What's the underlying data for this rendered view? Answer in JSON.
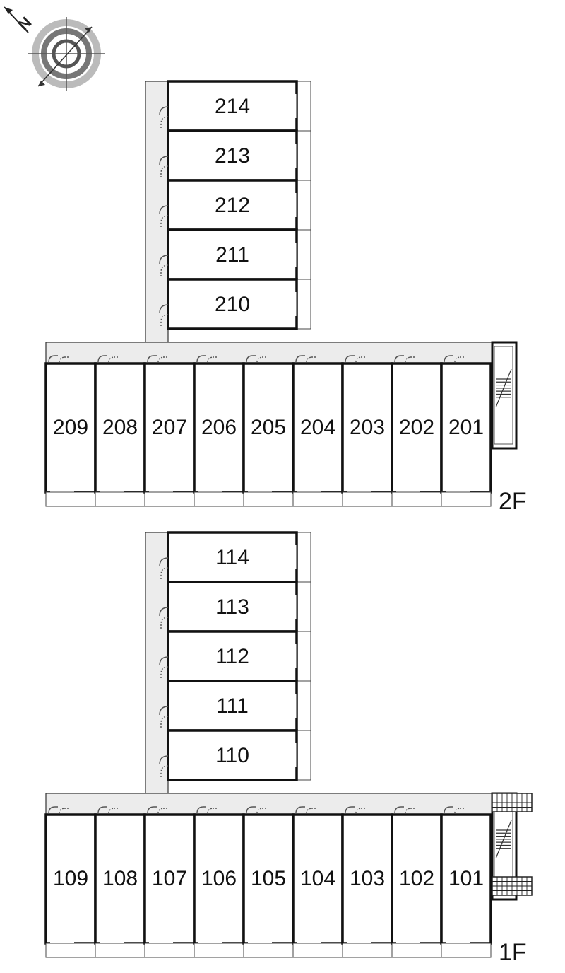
{
  "compass": {
    "letter": "N",
    "icon": "compass-rose-icon"
  },
  "floors": [
    {
      "id": "2F",
      "label": "2F",
      "wing_units": [
        "214",
        "213",
        "212",
        "211",
        "210"
      ],
      "row_units": [
        "209",
        "208",
        "207",
        "206",
        "205",
        "204",
        "203",
        "202",
        "201"
      ]
    },
    {
      "id": "1F",
      "label": "1F",
      "wing_units": [
        "114",
        "113",
        "112",
        "111",
        "110"
      ],
      "row_units": [
        "109",
        "108",
        "107",
        "106",
        "105",
        "104",
        "103",
        "102",
        "101"
      ]
    }
  ],
  "colors": {
    "corridor": "#ececec",
    "wall": "#111111",
    "line": "#555555",
    "background": "#ffffff"
  },
  "icons": [
    "door-swing-icon",
    "staircase-icon",
    "planter-grid-icon"
  ]
}
